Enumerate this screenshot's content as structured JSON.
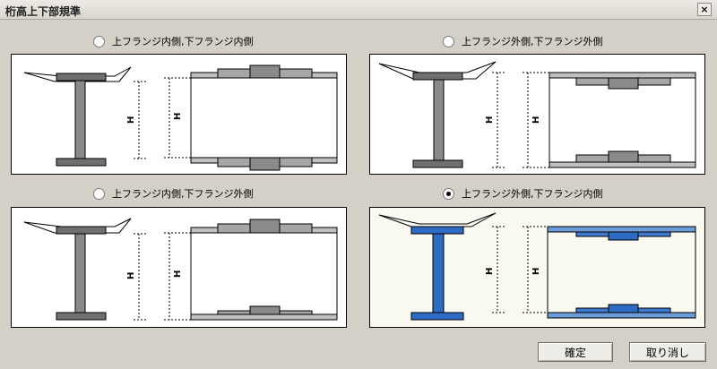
{
  "window": {
    "title": "桁高上下部規準",
    "close_glyph": "×"
  },
  "options": [
    {
      "label": "上フランジ内側,下フランジ内側",
      "checked": false
    },
    {
      "label": "上フランジ外側,下フランジ外側",
      "checked": false
    },
    {
      "label": "上フランジ内側,下フランジ外側",
      "checked": false
    },
    {
      "label": "上フランジ外側,下フランジ内側",
      "checked": true
    }
  ],
  "diagram": {
    "height_label": "H"
  },
  "buttons": {
    "ok_label": "確定",
    "cancel_label": "取り消し"
  },
  "colors": {
    "steel_gray": "#7d7d7d",
    "selected_blue": "#2e6cc4",
    "dialog_bg": "#d4d0c8"
  }
}
